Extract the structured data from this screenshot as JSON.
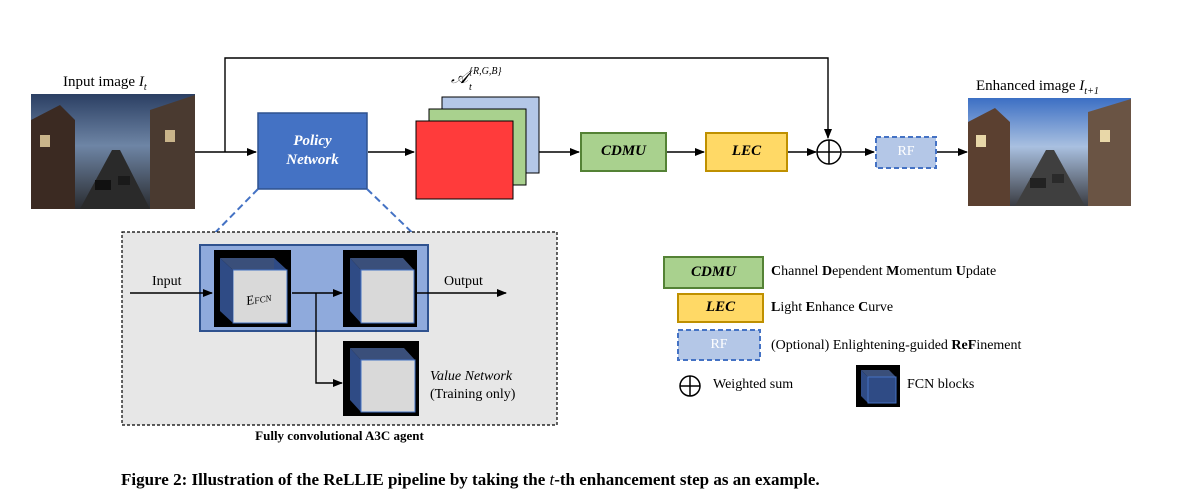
{
  "inputs": {
    "input_image_label": "Input image",
    "input_image_sym": "I",
    "input_image_sub": "t",
    "enhanced_image_label": "Enhanced image",
    "enhanced_image_sym": "I",
    "enhanced_image_sub": "t+1"
  },
  "policy": {
    "line1": "Policy",
    "line2": "Network"
  },
  "action_map": {
    "sym": "𝒜",
    "sup": "{R,G,B}",
    "sub": "t"
  },
  "blocks": {
    "cdmu": "CDMU",
    "lec": "LEC",
    "rf": "RF"
  },
  "agent": {
    "input": "Input",
    "output": "Output",
    "efcn_main": "E",
    "efcn_sub": "FCN",
    "value_network": "Value Network",
    "value_note": "(Training only)",
    "title": "Fully convolutional A3C agent"
  },
  "legend": {
    "cdmu_tag": "CDMU",
    "cdmu_desc": [
      {
        "t": "C",
        "b": true
      },
      {
        "t": "hannel ",
        "b": false
      },
      {
        "t": "D",
        "b": true
      },
      {
        "t": "ependent ",
        "b": false
      },
      {
        "t": "M",
        "b": true
      },
      {
        "t": "omentum ",
        "b": false
      },
      {
        "t": "U",
        "b": true
      },
      {
        "t": "pdate",
        "b": false
      }
    ],
    "lec_tag": "LEC",
    "lec_desc": [
      {
        "t": "L",
        "b": true
      },
      {
        "t": "ight ",
        "b": false
      },
      {
        "t": "E",
        "b": true
      },
      {
        "t": "nhance ",
        "b": false
      },
      {
        "t": "C",
        "b": true
      },
      {
        "t": "urve",
        "b": false
      }
    ],
    "rf_tag": "RF",
    "rf_desc": [
      {
        "t": "(Optional) Enlightening-guided ",
        "b": false
      },
      {
        "t": "Re",
        "b": true
      },
      {
        "t": "F",
        "b": true
      },
      {
        "t": "inement",
        "b": false
      }
    ],
    "weighted_sum": "Weighted sum",
    "fcn_blocks": "FCN blocks"
  },
  "caption": {
    "prefix": "Figure 2: Illustration of the ReLLIE pipeline by taking the ",
    "t": "t",
    "suffix": "-th enhancement step as an example."
  },
  "colors": {
    "policy_blue": "#4472c4",
    "red": "#ff3b3b",
    "green": "#a9d18e",
    "light_blue": "#b4c7e7",
    "cdmu_fill": "#a9d18e",
    "cdmu_stroke": "#548235",
    "lec_fill": "#ffd966",
    "lec_stroke": "#bf9000",
    "rf_fill": "#b4c7e7",
    "rf_stroke": "#4472c4",
    "agent_bg": "#e7e7e7",
    "fcn_inner": "#8faadc",
    "cube_dark": "#1f3864"
  }
}
